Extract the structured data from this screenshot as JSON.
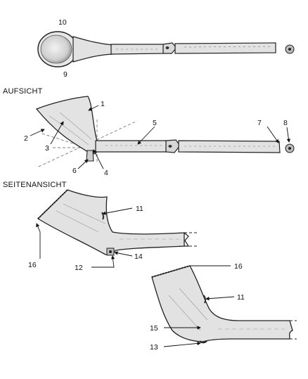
{
  "headings": {
    "top_view": "AUFSICHT",
    "side_view": "SEITENANSICHT"
  },
  "labels": {
    "n1": "1",
    "n2": "2",
    "n3": "3",
    "n4": "4",
    "n5": "5",
    "n6": "6",
    "n7": "7",
    "n8": "8",
    "n9": "9",
    "n10": "10",
    "n11": "11",
    "n12": "12",
    "n13": "13",
    "n14": "14",
    "n15": "15",
    "n16": "16"
  },
  "colors": {
    "ink": "#222222",
    "clay": "#dcdcdc",
    "clay_dark": "#9a9a9a"
  }
}
